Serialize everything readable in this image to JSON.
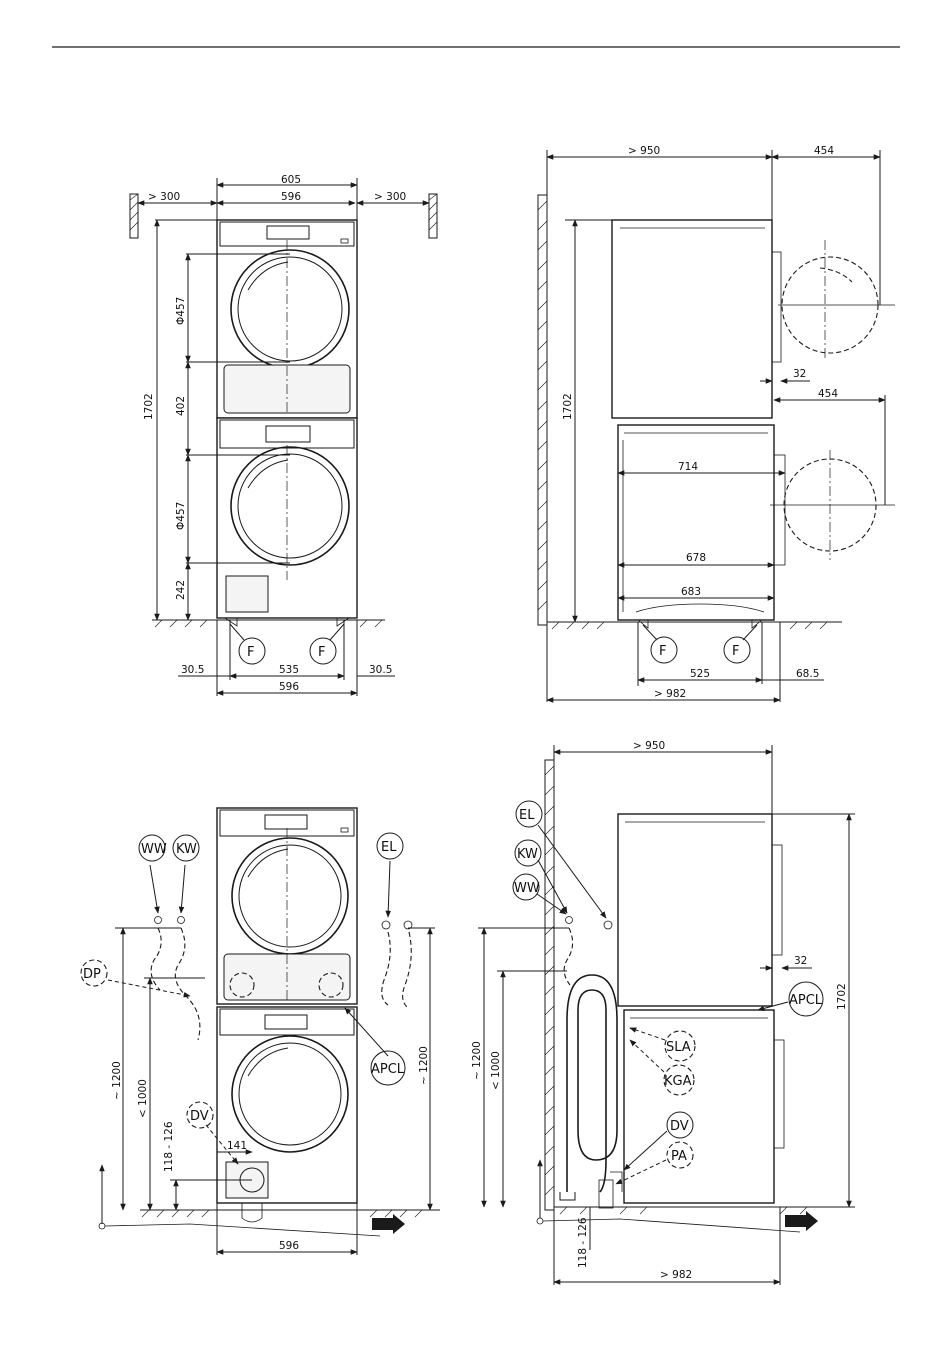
{
  "colors": {
    "line": "#1a1a1a",
    "background": "#ffffff",
    "panel": "#f4f4f4"
  },
  "top_left": {
    "side_clear_left": "> 300",
    "side_clear_right": "> 300",
    "width_overall": "605",
    "width_body": "596",
    "height_total": "1702",
    "dryer_door": "Φ457",
    "mid_height": "402",
    "washer_door": "Φ457",
    "base_height": "242",
    "foot_left_label": "F",
    "foot_right_label": "F",
    "foot_offset_left": "30.5",
    "foot_spacing": "535",
    "foot_offset_right": "30.5",
    "width_bottom": "596"
  },
  "top_right": {
    "min_depth": "> 950",
    "door_swing_top": "454",
    "height_total": "1702",
    "door_offset": "32",
    "door_swing_bottom": "454",
    "depth_714": "714",
    "depth_678": "678",
    "depth_683": "683",
    "foot_left_label": "F",
    "foot_right_label": "F",
    "foot_spacing": "525",
    "foot_rear_offset": "68.5",
    "min_total_depth": "> 982"
  },
  "bottom_left": {
    "label_ww": "WW",
    "label_kw": "KW",
    "label_el": "EL",
    "label_dp": "DP",
    "label_apcl": "APCL",
    "label_dv": "DV",
    "height_tap": "~ 1200",
    "height_standpipe": "< 1000",
    "height_drain": "118 - 126",
    "height_el": "~ 1200",
    "drain_offset": "141",
    "width_bottom": "596"
  },
  "bottom_right": {
    "min_depth": "> 950",
    "label_el": "EL",
    "label_kw": "KW",
    "label_ww": "WW",
    "offset_32": "32",
    "label_apcl": "APCL",
    "height_total": "1702",
    "height_tap": "~ 1200",
    "height_standpipe": "< 1000",
    "label_sla": "SLA",
    "label_kga": "KGA",
    "label_dv": "DV",
    "label_pa": "PA",
    "height_drain": "118 - 126",
    "min_total_depth": "> 982"
  }
}
